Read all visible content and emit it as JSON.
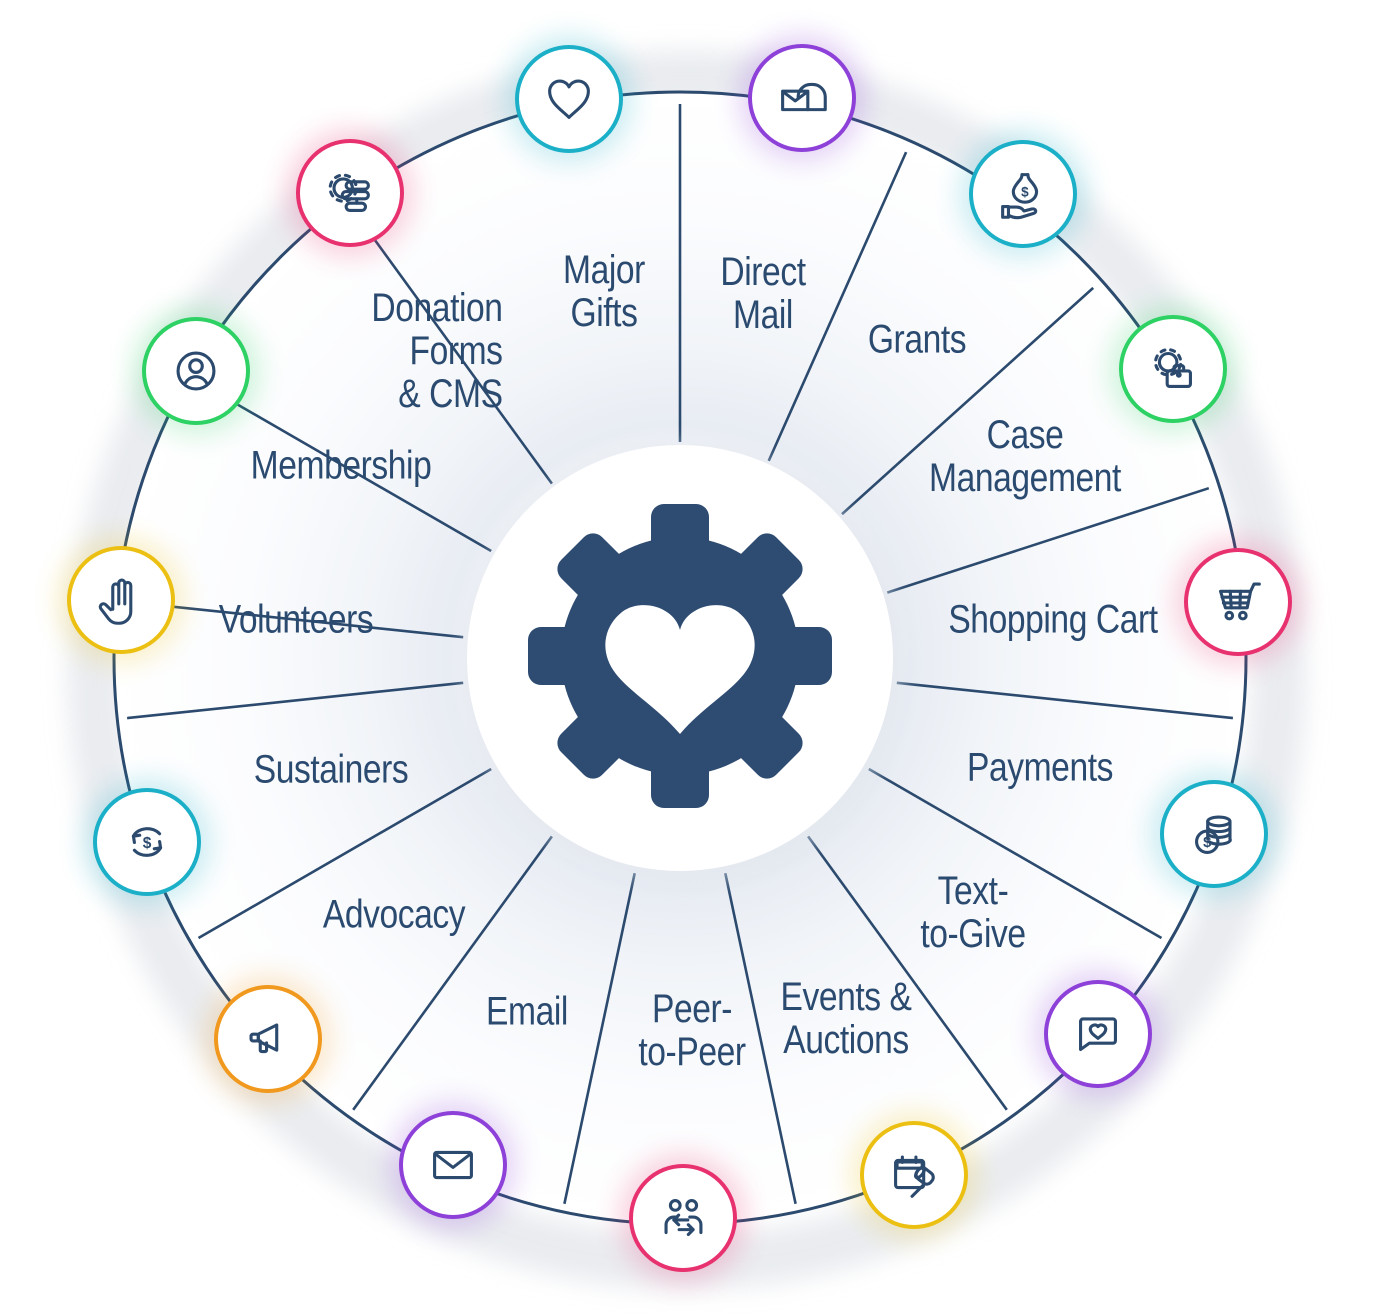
{
  "colors": {
    "navy": "#2b4a6e",
    "teal": "#1cb0c8",
    "purple": "#8e41d8",
    "green": "#2ed164",
    "pink": "#e8326f",
    "yellow": "#ecc013",
    "orange": "#f0991e"
  },
  "center": {
    "icon": "gear-heart-icon"
  },
  "segments": [
    {
      "label": "Major\nGifts",
      "icon": "heart-icon",
      "color": "#1cb0c8"
    },
    {
      "label": "Direct\nMail",
      "icon": "mailbox-icon",
      "color": "#8e41d8"
    },
    {
      "label": "Grants",
      "icon": "donation-hand-icon",
      "color": "#1cb0c8"
    },
    {
      "label": "Case\nManagement",
      "icon": "gear-briefcase-icon",
      "color": "#2ed164"
    },
    {
      "label": "Shopping Cart",
      "icon": "shopping-cart-icon",
      "color": "#e8326f"
    },
    {
      "label": "Payments",
      "icon": "coins-icon",
      "color": "#1cb0c8"
    },
    {
      "label": "Text-\nto-Give",
      "icon": "chat-heart-icon",
      "color": "#8e41d8"
    },
    {
      "label": "Events &\nAuctions",
      "icon": "calendar-gavel-icon",
      "color": "#ecc013"
    },
    {
      "label": "Peer-\nto-Peer",
      "icon": "people-exchange-icon",
      "color": "#e8326f"
    },
    {
      "label": "Email",
      "icon": "envelope-icon",
      "color": "#8e41d8"
    },
    {
      "label": "Advocacy",
      "icon": "megaphone-icon",
      "color": "#f0991e"
    },
    {
      "label": "Sustainers",
      "icon": "recurring-dollar-icon",
      "color": "#1cb0c8"
    },
    {
      "label": "Volunteers",
      "icon": "hand-icon",
      "color": "#ecc013"
    },
    {
      "label": "Membership",
      "icon": "person-icon",
      "color": "#2ed164"
    },
    {
      "label": "Donation\nForms\n& CMS",
      "icon": "gear-form-icon",
      "color": "#e8326f"
    }
  ]
}
